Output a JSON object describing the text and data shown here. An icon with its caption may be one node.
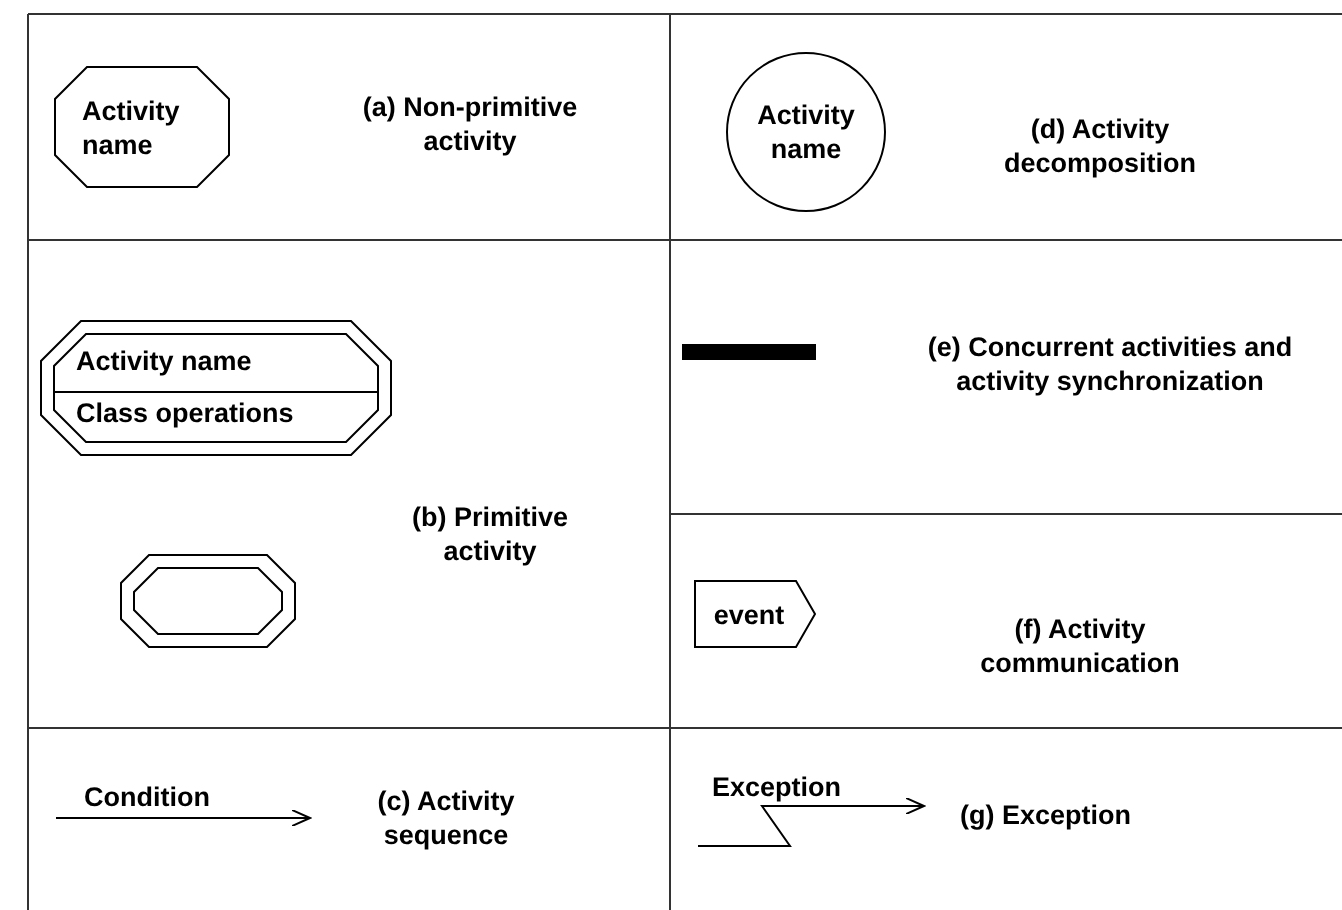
{
  "diagram": {
    "nodes": [
      {
        "text": [
          "Activity name"
        ]
      },
      {
        "text": [
          "Activity name"
        ]
      },
      {
        "text": [
          "Activity name",
          "Class operations"
        ]
      },
      {
        "text": [],
        "shape": "bar"
      },
      {
        "text": [],
        "shape": "octagon"
      },
      {
        "text": [
          "event"
        ]
      }
    ],
    "labels": [
      "(a) Non-primitive activity",
      "(d) Activity decomposition",
      "(e) Concurrent activities and activity synchronization",
      "(b) Primitive activity",
      "(f) Activity communication",
      "Condition",
      "(c) Activity sequence",
      "Exception",
      "(g) Exception"
    ]
  }
}
